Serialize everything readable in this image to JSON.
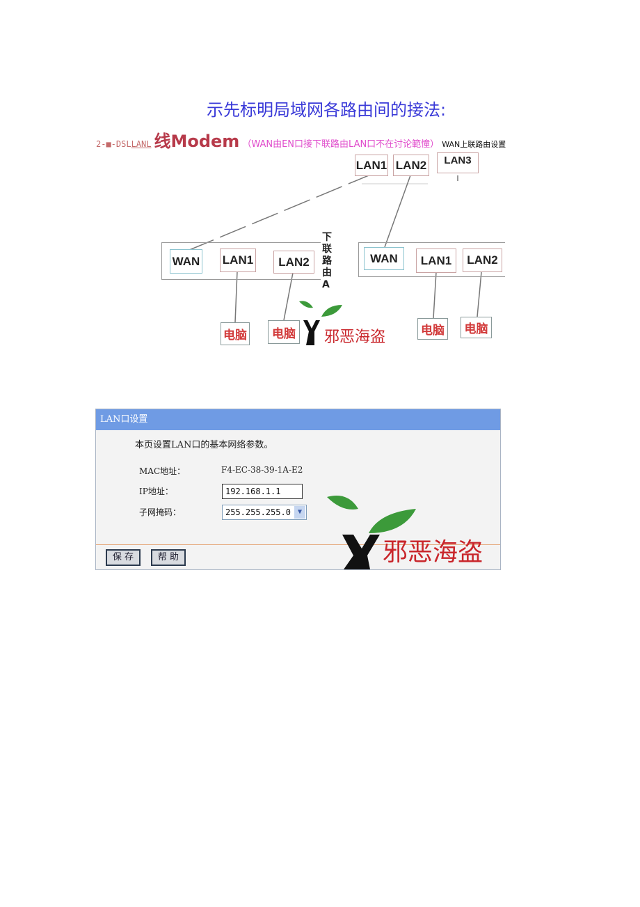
{
  "title": "示先标明局域网各路由间的接法:",
  "subtitle": {
    "prefix": "2-■-DSL",
    "underlined": "LANL",
    "modem": "线Modem",
    "note": "（WAN由EN口接下联路由LAN口不在讨论範憧）",
    "overlay": "WAN上联路由设置"
  },
  "diagram": {
    "upper_ports": [
      "LAN1",
      "LAN2",
      "LAN3"
    ],
    "router_a": {
      "ports": [
        "WAN",
        "LAN1",
        "LAN2"
      ],
      "label": "下联路由A"
    },
    "router_b": {
      "ports": [
        "WAN",
        "LAN1",
        "LAN2"
      ]
    },
    "pc_label": "电脑",
    "watermark": "邪恶海盗"
  },
  "panel": {
    "title": "LAN口设置",
    "description": "本页设置LAN口的基本网络参数。",
    "mac_label": "MAC地址：",
    "mac_value": "F4-EC-38-39-1A-E2",
    "ip_label": "IP地址：",
    "ip_value": "192.168.1.1",
    "mask_label": "子网掩码：",
    "mask_value": "255.255.255.0",
    "save": "保 存",
    "help": "帮 助",
    "watermark": "邪恶海盗"
  }
}
